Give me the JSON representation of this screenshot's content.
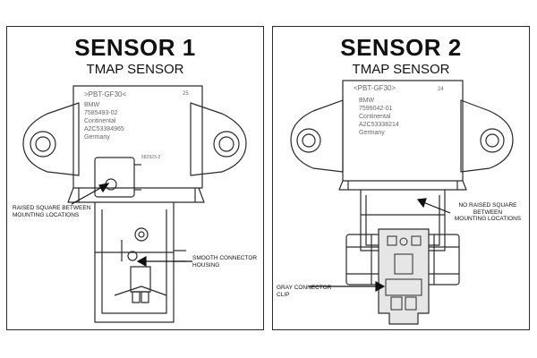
{
  "sensor1": {
    "title": "SENSOR 1",
    "subtitle": "TMAP SENSOR",
    "label": {
      "line1": ">PBT-GF30<",
      "line1_num": "25",
      "line2": "BMW",
      "line3": "7585493-02",
      "line4": "Continental",
      "line5": "A2C53384965",
      "line6": "Germany",
      "small": "582923-2"
    },
    "callouts": {
      "raised_square_line1": "RAISED SQUARE BETWEEN",
      "raised_square_line2": "MOUNTING LOCATIONS",
      "connector_line1": "SMOOTH CONNECTOR",
      "connector_line2": "HOUSING"
    }
  },
  "sensor2": {
    "title": "SENSOR 2",
    "subtitle": "TMAP SENSOR",
    "label": {
      "line1": "<PBT-GF30>",
      "line1_num": "24",
      "line2": "BMW",
      "line3": "7599042-01",
      "line4": "Continental",
      "line5": "A2C53338214",
      "line6": "Germany"
    },
    "callouts": {
      "no_square_line1": "NO RAISED SQUARE",
      "no_square_line2": "BETWEEN",
      "no_square_line3": "MOUNTING LOCATIONS",
      "clip_line1": "GRAY CONNECTOR",
      "clip_line2": "CLIP"
    }
  },
  "colors": {
    "outline": "#2a2a2a",
    "faint_text": "#666666",
    "clip_fill": "#e6e6e6",
    "background": "#ffffff"
  }
}
